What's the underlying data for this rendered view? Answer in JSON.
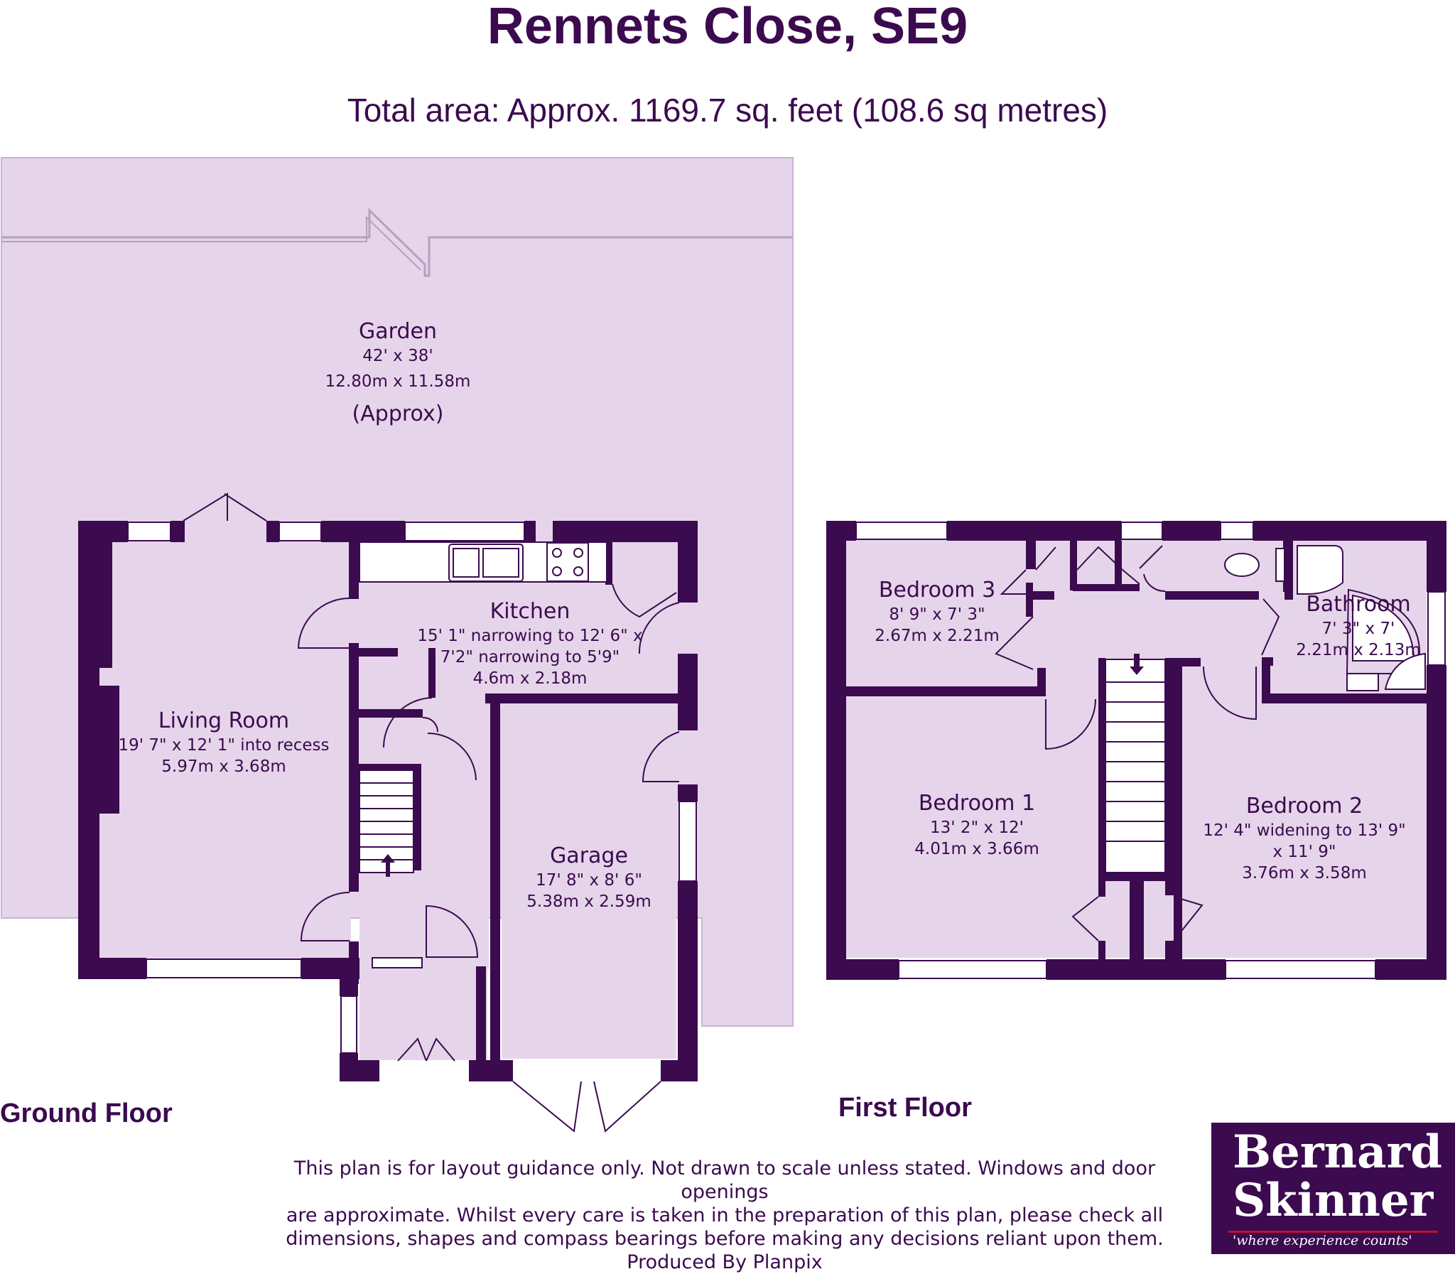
{
  "header": {
    "title": "Rennets Close, SE9",
    "subtitle": "Total area: Approx. 1169.7 sq. feet (108.6 sq metres)"
  },
  "floors": {
    "ground": "Ground Floor",
    "first": "First Floor"
  },
  "rooms": {
    "garden": {
      "name": "Garden",
      "imperial": "42' x 38'",
      "metric": "12.80m x 11.58m",
      "note": "(Approx)"
    },
    "living_room": {
      "name": "Living Room",
      "imperial": "19' 7\" x 12' 1\" into recess",
      "metric": "5.97m x 3.68m"
    },
    "kitchen": {
      "name": "Kitchen",
      "imperial": "15' 1\" narrowing to 12' 6\" x",
      "imperial2": "7'2\" narrowing to 5'9\"",
      "metric": "4.6m x 2.18m"
    },
    "garage": {
      "name": "Garage",
      "imperial": "17' 8\" x 8' 6\"",
      "metric": "5.38m x 2.59m"
    },
    "bedroom3": {
      "name": "Bedroom 3",
      "imperial": "8' 9\" x 7' 3\"",
      "metric": "2.67m x 2.21m"
    },
    "bathroom": {
      "name": "Bathroom",
      "imperial": "7' 3\" x 7'",
      "metric": "2.21m x 2.13m"
    },
    "bedroom1": {
      "name": "Bedroom 1",
      "imperial": "13' 2\" x 12'",
      "metric": "4.01m x 3.66m"
    },
    "bedroom2": {
      "name": "Bedroom 2",
      "imperial": "12' 4\" widening to 13' 9\"",
      "imperial2": "x 11' 9\"",
      "metric": "3.76m x 3.58m"
    }
  },
  "disclaimer": {
    "line1": "This plan is for layout guidance only. Not drawn to scale unless stated. Windows and door openings",
    "line2": "are approximate. Whilst every care is taken in the preparation of this plan, please check all",
    "line3": "dimensions, shapes and compass bearings before making any decisions reliant upon them.",
    "line4": "Produced By Planpix"
  },
  "logo": {
    "line1": "Bernard",
    "line2": "Skinner",
    "tagline": "'where experience counts'"
  },
  "colors": {
    "wall": "#3b0a4f",
    "room_fill": "#e6d5ea",
    "text": "#3b0a4f",
    "logo_bg": "#3b0a4f",
    "logo_accent": "#c0102d"
  }
}
